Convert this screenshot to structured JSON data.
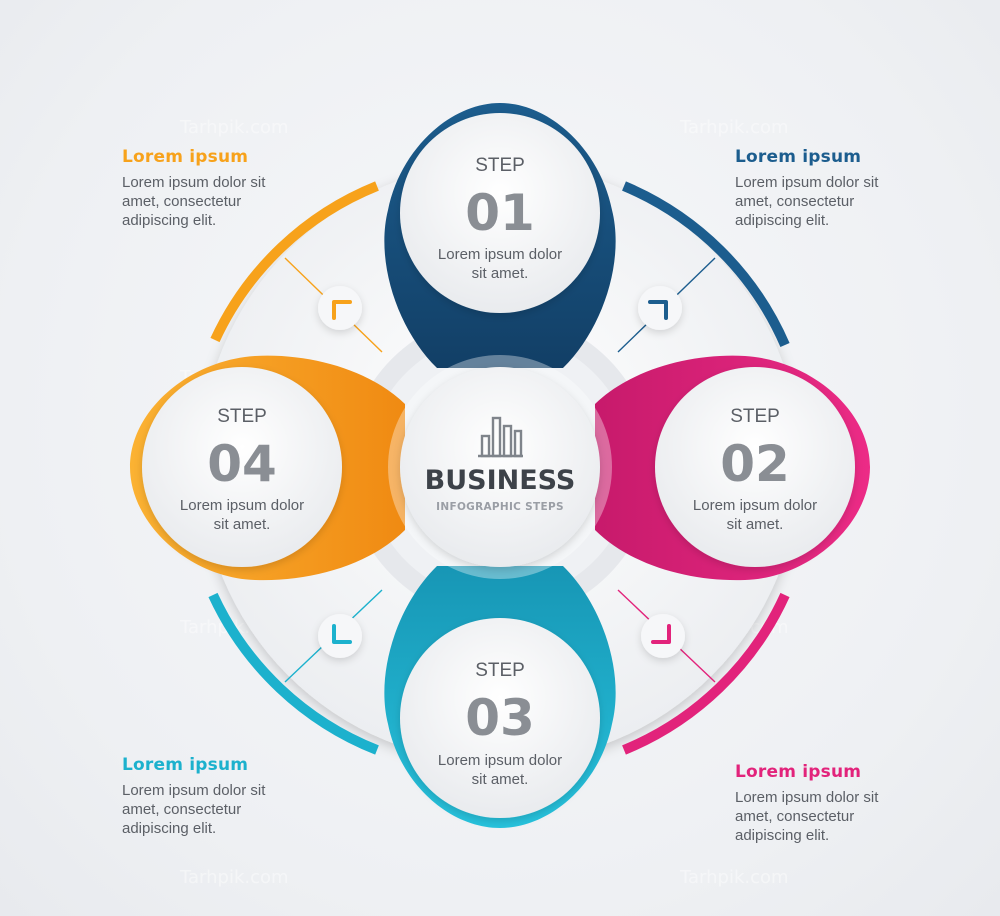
{
  "colors": {
    "step1": "#1c5d8e",
    "step2": "#e2237b",
    "step3": "#1cb1cd",
    "step4": "#f7a21b",
    "text_dark": "#3d4249",
    "text_grey": "#8a8e94",
    "body_text": "#5b5f66"
  },
  "center": {
    "icon": "bar-chart-icon",
    "title": "BUSINESS",
    "subtitle": "INFOGRAPHIC STEPS"
  },
  "steps": [
    {
      "label": "STEP",
      "number": "01",
      "text_line1": "Lorem ipsum dolor",
      "text_line2": "sit amet.",
      "color": "#1c5d8e"
    },
    {
      "label": "STEP",
      "number": "02",
      "text_line1": "Lorem ipsum dolor",
      "text_line2": "sit amet.",
      "color": "#e2237b"
    },
    {
      "label": "STEP",
      "number": "03",
      "text_line1": "Lorem ipsum dolor",
      "text_line2": "sit amet.",
      "color": "#1cb1cd"
    },
    {
      "label": "STEP",
      "number": "04",
      "text_line1": "Lorem ipsum dolor",
      "text_line2": "sit amet.",
      "color": "#f7a21b"
    }
  ],
  "corners": {
    "top_left": {
      "title": "Lorem ipsum",
      "body": "Lorem ipsum dolor sit amet, consectetur adipiscing elit.",
      "color": "#f7a21b"
    },
    "top_right": {
      "title": "Lorem ipsum",
      "body": "Lorem ipsum dolor sit amet, consectetur adipiscing elit.",
      "color": "#1c5d8e"
    },
    "bottom_left": {
      "title": "Lorem ipsum",
      "body": "Lorem ipsum dolor sit amet, consectetur adipiscing elit.",
      "color": "#1cb1cd"
    },
    "bottom_right": {
      "title": "Lorem ipsum",
      "body": "Lorem ipsum dolor sit amet, consectetur adipiscing elit.",
      "color": "#e2237b"
    }
  },
  "connector_icons": [
    "corner-arrow-icon",
    "corner-arrow-icon",
    "corner-arrow-icon",
    "corner-arrow-icon"
  ],
  "watermark": "Tarhpik.com"
}
